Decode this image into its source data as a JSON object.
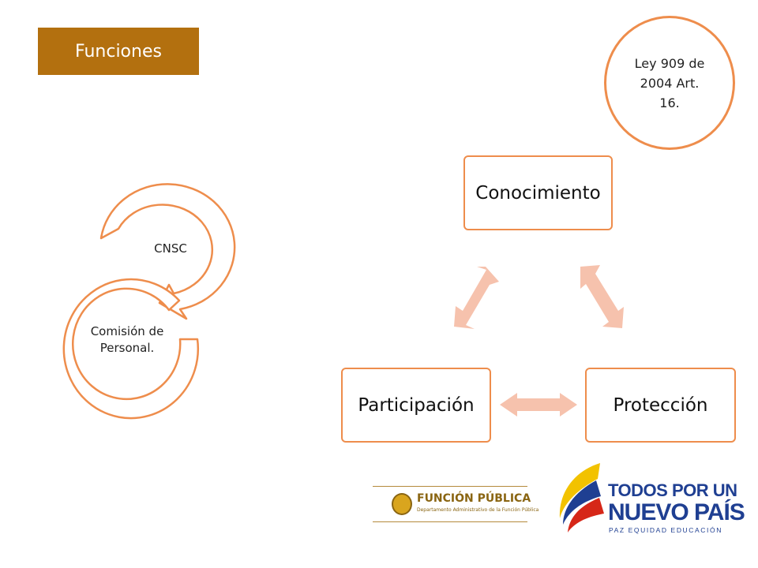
{
  "title": "Funciones",
  "ley": "Ley 909 de 2004 Art. 16.",
  "cycle": {
    "top_label": "CNSC",
    "bottom_label": "Comisión de Personal."
  },
  "triangle": {
    "top": "Conocimiento",
    "left": "Participación",
    "right": "Protección"
  },
  "logos": {
    "funcion_publica": {
      "name": "FUNCIÓN PÚBLICA",
      "subtitle": "Departamento Administrativo de la Función Pública"
    },
    "todos": {
      "line1": "TODOS POR UN",
      "line2": "NUEVO PAÍS",
      "line3": "PAZ EQUIDAD EDUCACIÓN"
    }
  },
  "colors": {
    "title_bg": "#b3700f",
    "outline": "#ee8d4c",
    "arrow_fill": "#f6c2ad",
    "brand_blue": "#1f3f92"
  }
}
